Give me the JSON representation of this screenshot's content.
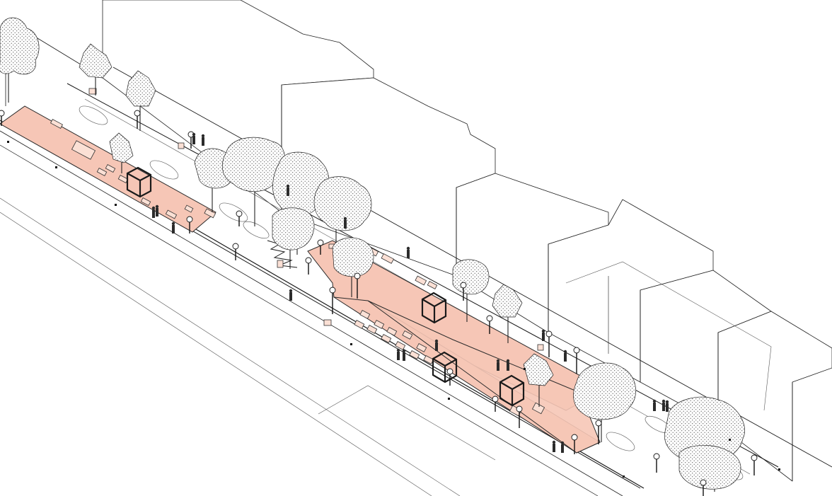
{
  "scene": {
    "colors": {
      "plaza": "#f6c6b6",
      "plaza_edge": "#2a2a2a",
      "bench": "#fbe0d5",
      "line": "#1a1a1a",
      "background": "#ffffff"
    },
    "elements": {
      "buildings": "building-massing",
      "plazas": "pedestrian-plaza",
      "trees": "street-tree",
      "lamps": "street-lamp",
      "people": "pedestrian-figure",
      "pavilions": "cube-pavilion",
      "cars": "parked-car",
      "benches": "bench-block"
    }
  }
}
